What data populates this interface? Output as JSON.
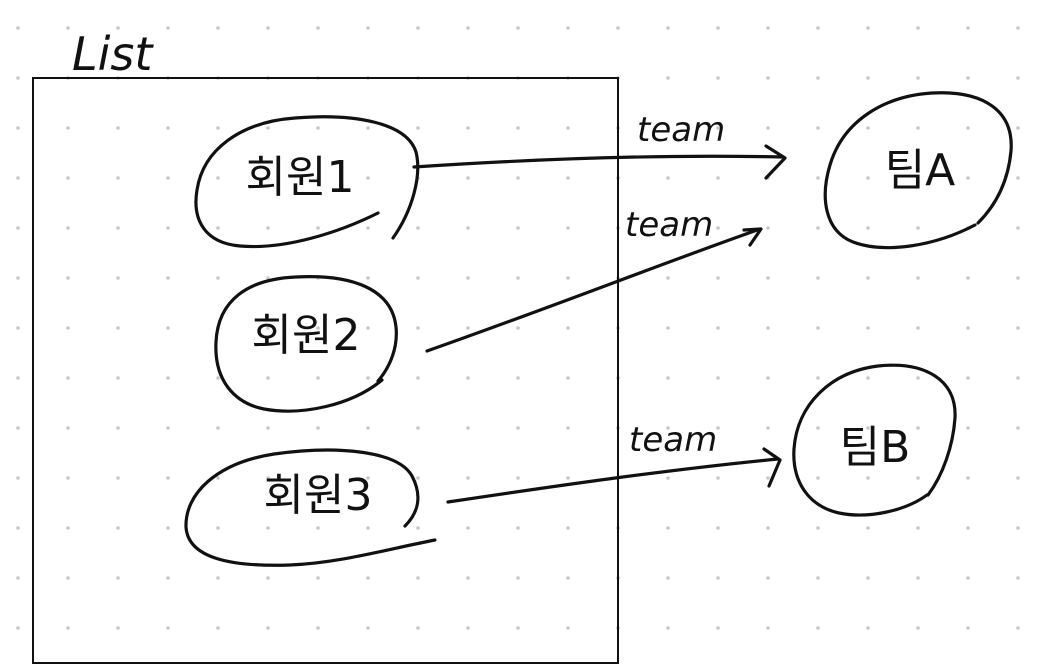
{
  "diagram": {
    "title": "List",
    "members": [
      {
        "id": "m1",
        "label": "회원1"
      },
      {
        "id": "m2",
        "label": "회원2"
      },
      {
        "id": "m3",
        "label": "회원3"
      }
    ],
    "teams": [
      {
        "id": "ta",
        "label": "팀A"
      },
      {
        "id": "tb",
        "label": "팀B"
      }
    ],
    "edges": [
      {
        "from": "m1",
        "to": "ta",
        "label": "team"
      },
      {
        "from": "m2",
        "to": "ta",
        "label": "team"
      },
      {
        "from": "m3",
        "to": "tb",
        "label": "team"
      }
    ]
  }
}
